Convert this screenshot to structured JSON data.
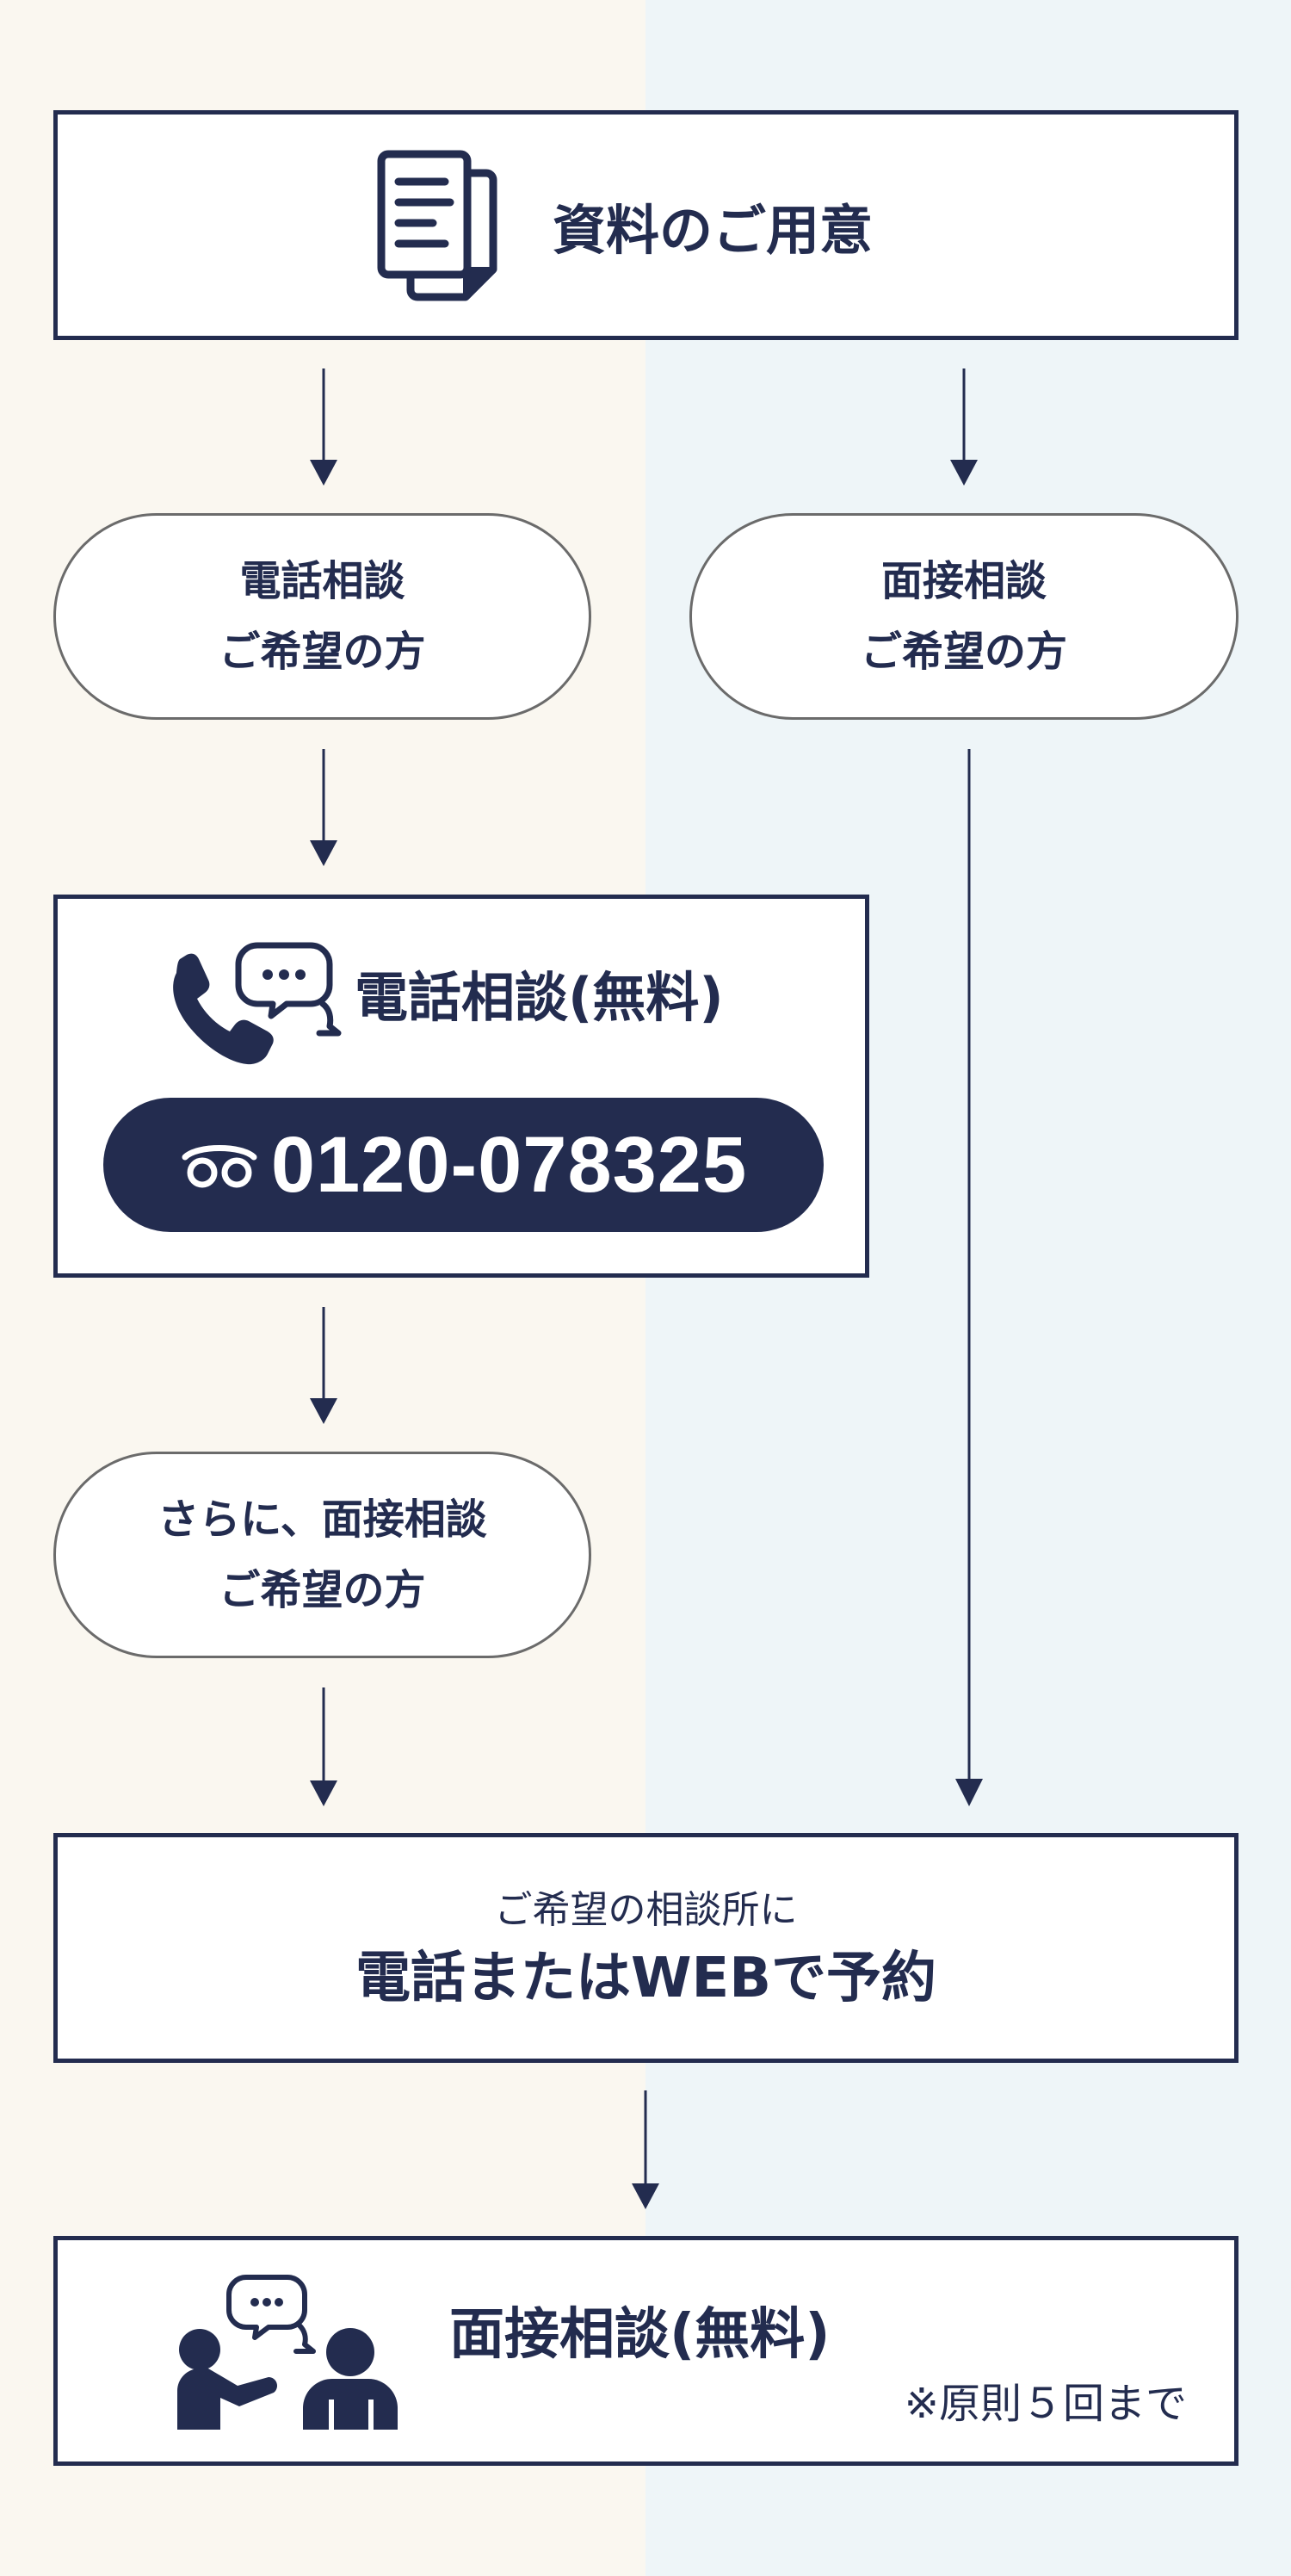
{
  "colors": {
    "navy": "#232c4f",
    "left_bg": "#faf7f0",
    "right_bg": "#eef5f8",
    "pill_border": "#6b6b6b"
  },
  "docs_box": {
    "icon": "document-icon",
    "title": "資料のご用意"
  },
  "phone_pill": {
    "line1": "電話相談",
    "line2": "ご希望の方"
  },
  "meet_pill": {
    "line1": "面接相談",
    "line2": "ご希望の方"
  },
  "phone_box": {
    "icon": "phone-chat-icon",
    "title": "電話相談(無料)",
    "freedial_icon": "freedial-icon",
    "number": "0120-078325"
  },
  "further_pill": {
    "line1": "さらに、面接相談",
    "line2": "ご希望の方"
  },
  "reserve_box": {
    "sub": "ご希望の相談所に",
    "main": "電話またはWEBで予約"
  },
  "interview_box": {
    "icon": "people-consult-icon",
    "title": "面接相談(無料)",
    "note": "※原則５回まで"
  }
}
